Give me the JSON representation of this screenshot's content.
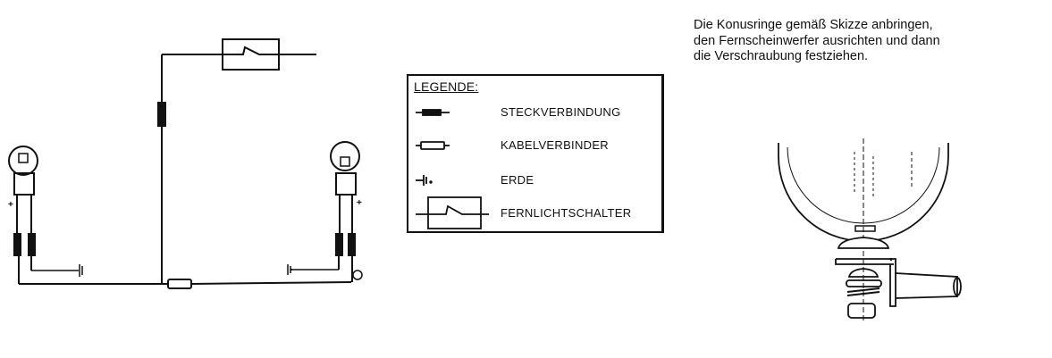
{
  "instructions": {
    "lines": [
      "Die Konusringe gemäß Skizze anbringen,",
      "den Fernscheinwerfer ausrichten und dann",
      "die Verschraubung festziehen."
    ]
  },
  "legend": {
    "title": "LEGENDE:",
    "items": [
      {
        "symbol": "steckverbindung-symbol",
        "label": "STECKVERBINDUNG"
      },
      {
        "symbol": "kabelverbinder-symbol",
        "label": "KABELVERBINDER"
      },
      {
        "symbol": "erde-symbol",
        "label": "ERDE"
      },
      {
        "symbol": "fernlichtschalter-symbol",
        "label": "FERNLICHTSCHALTER"
      }
    ]
  },
  "diagram": {
    "left_lamp": {
      "polarity_mark": "+"
    },
    "right_lamp": {
      "polarity_mark": "+"
    }
  },
  "colors": {
    "ink": "#111111",
    "background": "#ffffff"
  }
}
